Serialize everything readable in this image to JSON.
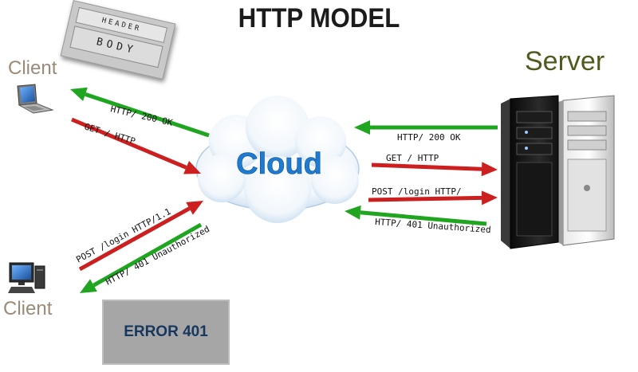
{
  "title": "HTTP MODEL",
  "clients": {
    "top_label": "Client",
    "bottom_label": "Client"
  },
  "server": {
    "label": "Server"
  },
  "cloud": {
    "label": "Cloud"
  },
  "message_card": {
    "header": "HEADER",
    "body": "BODY"
  },
  "error_box": {
    "label": "ERROR 401"
  },
  "messages": {
    "top_response": "HTTP/ 200 OK",
    "top_request": "GET / HTTP",
    "bottom_request": "POST /login HTTP/1.1",
    "bottom_response": "HTTP/ 401 Unauthorized",
    "server_response_ok": "HTTP/ 200 OK",
    "server_request_get": "GET / HTTP",
    "server_request_post": "POST /login HTTP/",
    "server_response_401": "HTTP/ 401 Unauthorized"
  },
  "colors": {
    "request": "#cc1f1f",
    "response": "#1fa51f",
    "cloud_text": "#1e7bd0",
    "server_text": "#4e5a1e"
  }
}
